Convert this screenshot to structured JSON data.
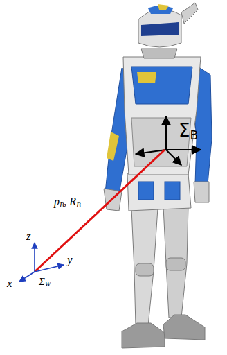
{
  "diagram": {
    "labels": [
      "z",
      "y",
      "x",
      "ΣW",
      "pB, RB",
      "ΣB"
    ]
  }
}
